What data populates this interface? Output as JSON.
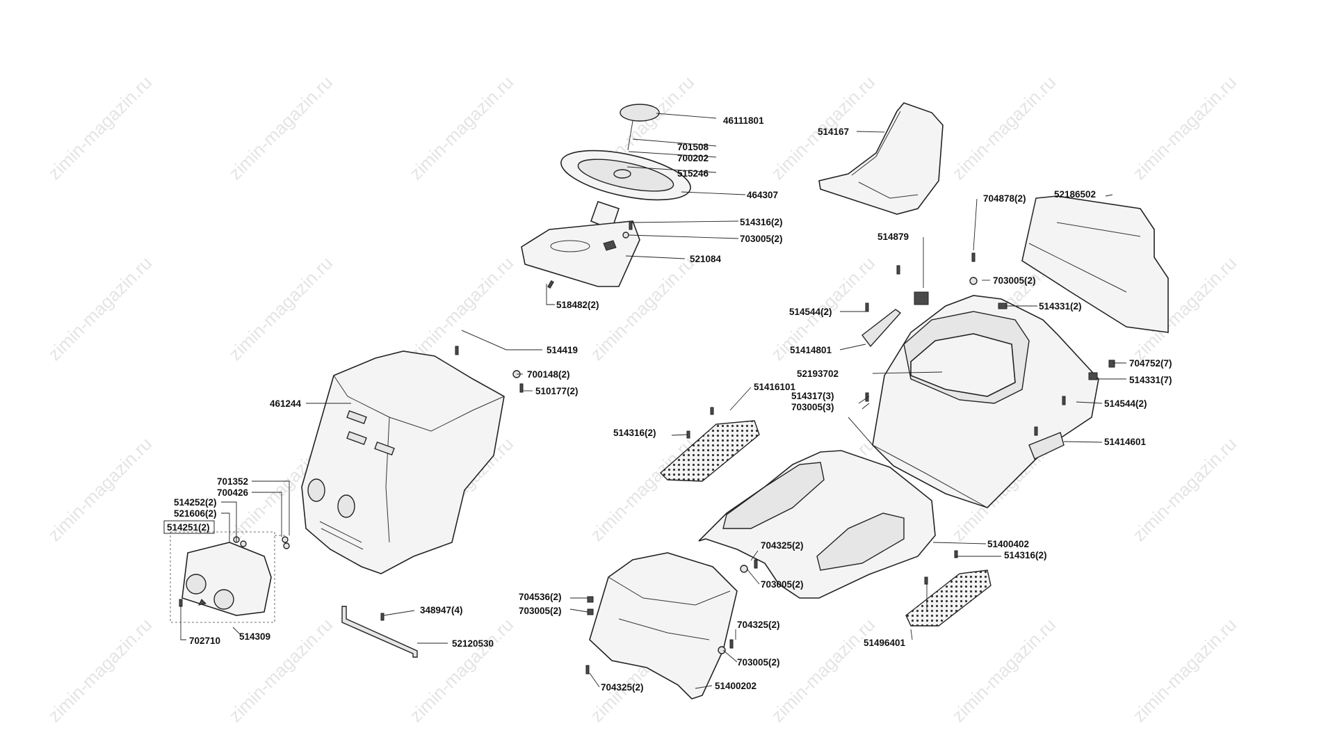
{
  "watermark": "zimin-magazin.ru",
  "parts": {
    "p46111801": "46111801",
    "p701508": "701508",
    "p700202": "700202",
    "p515246": "515246",
    "p464307": "464307",
    "p514316_2_a": "514316(2)",
    "p703005_2_a": "703005(2)",
    "p521084": "521084",
    "p518482_2": "518482(2)",
    "p514419": "514419",
    "p700148_2": "700148(2)",
    "p510177_2": "510177(2)",
    "p461244": "461244",
    "p701352": "701352",
    "p700426": "700426",
    "p514252_2": "514252(2)",
    "p521606_2": "521606(2)",
    "p514251_2": "514251(2)",
    "p702710": "702710",
    "p514309": "514309",
    "p348947_4": "348947(4)",
    "p52120530": "52120530",
    "p514167": "514167",
    "p704878_2": "704878(2)",
    "p52186502": "52186502",
    "p514879": "514879",
    "p703005_2_b": "703005(2)",
    "p514331_2": "514331(2)",
    "p514544_2_a": "514544(2)",
    "p51414801": "51414801",
    "p52193702": "52193702",
    "p704752_7": "704752(7)",
    "p514331_7": "514331(7)",
    "p51416101": "51416101",
    "p514317_3": "514317(3)",
    "p703005_3": "703005(3)",
    "p514544_2_b": "514544(2)",
    "p514316_2_b": "514316(2)",
    "p51414601": "51414601",
    "p704325_2_a": "704325(2)",
    "p703005_2_c": "703005(2)",
    "p51400402": "51400402",
    "p514316_2_c": "514316(2)",
    "p704536_2": "704536(2)",
    "p703005_2_d": "703005(2)",
    "p704325_2_b": "704325(2)",
    "p703005_2_e": "703005(2)",
    "p51496401": "51496401",
    "p704325_2_c": "704325(2)",
    "p51400202": "51400202"
  }
}
